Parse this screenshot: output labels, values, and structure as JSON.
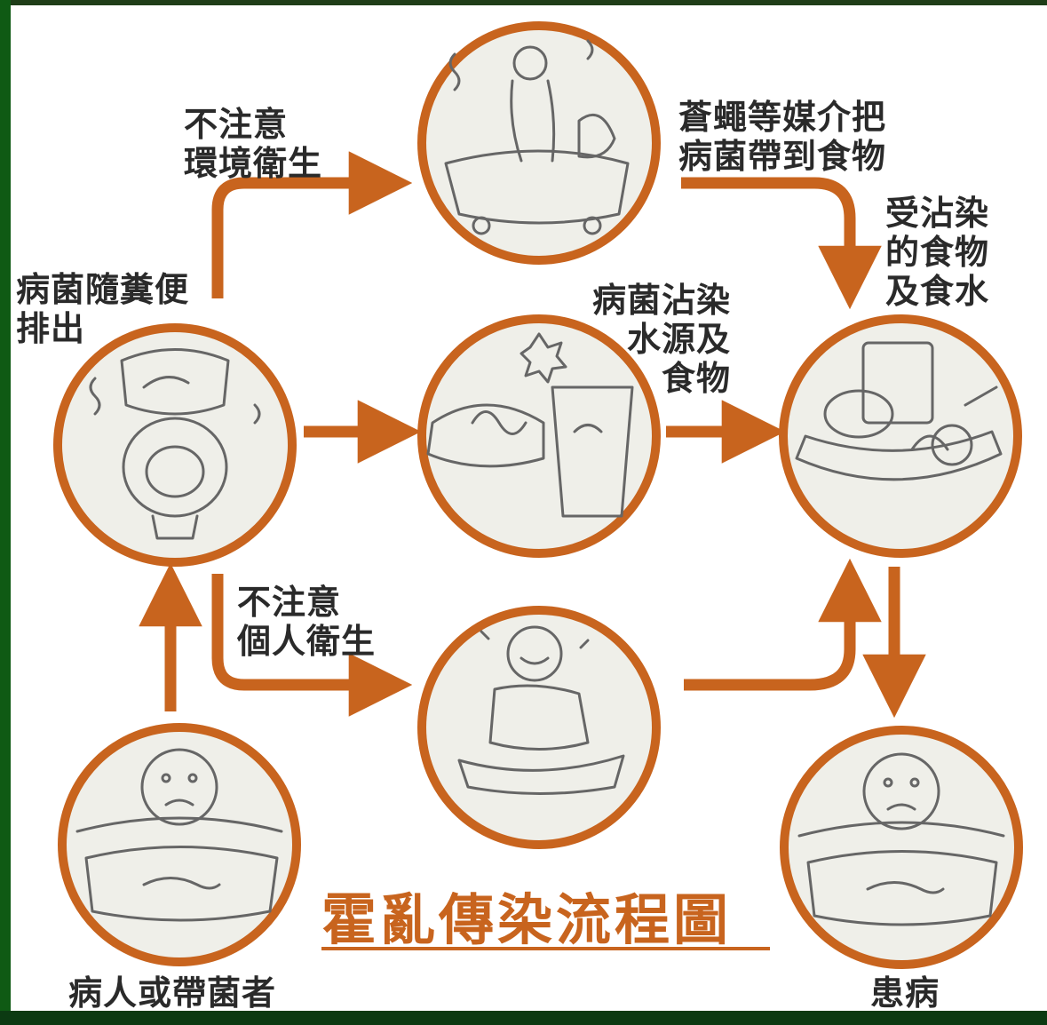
{
  "colors": {
    "accent": "#c8641e",
    "circle_fill": "#efefe9",
    "sketch": "#666666",
    "text": "#2a2a2a",
    "frame": "#0c3a12"
  },
  "diagram": {
    "title": "霍亂傳染流程圖",
    "labels": {
      "not_env": "不注意\n環境衛生",
      "flies": "蒼蠅等媒介把\n病菌帶到食物",
      "contaminated_food": "受沾染\n的食物\n及食水",
      "feces": "病菌隨糞便\n排出",
      "water_contam": "病菌沾染\n水源及\n食物",
      "not_personal": "不注意\n個人衛生",
      "patient": "病人或帶菌者",
      "sick": "患病"
    },
    "nodes": [
      {
        "id": "dirty-environment",
        "icon": "dirty-sink-illustration"
      },
      {
        "id": "toilet",
        "icon": "toilet-illustration"
      },
      {
        "id": "water-food",
        "icon": "water-and-food-illustration"
      },
      {
        "id": "contaminated-meal",
        "icon": "contaminated-meal-illustration"
      },
      {
        "id": "poor-hygiene",
        "icon": "dirty-child-illustration"
      },
      {
        "id": "patient",
        "icon": "patient-in-bed-illustration"
      },
      {
        "id": "sick-person",
        "icon": "sick-person-in-bed-illustration"
      }
    ]
  }
}
